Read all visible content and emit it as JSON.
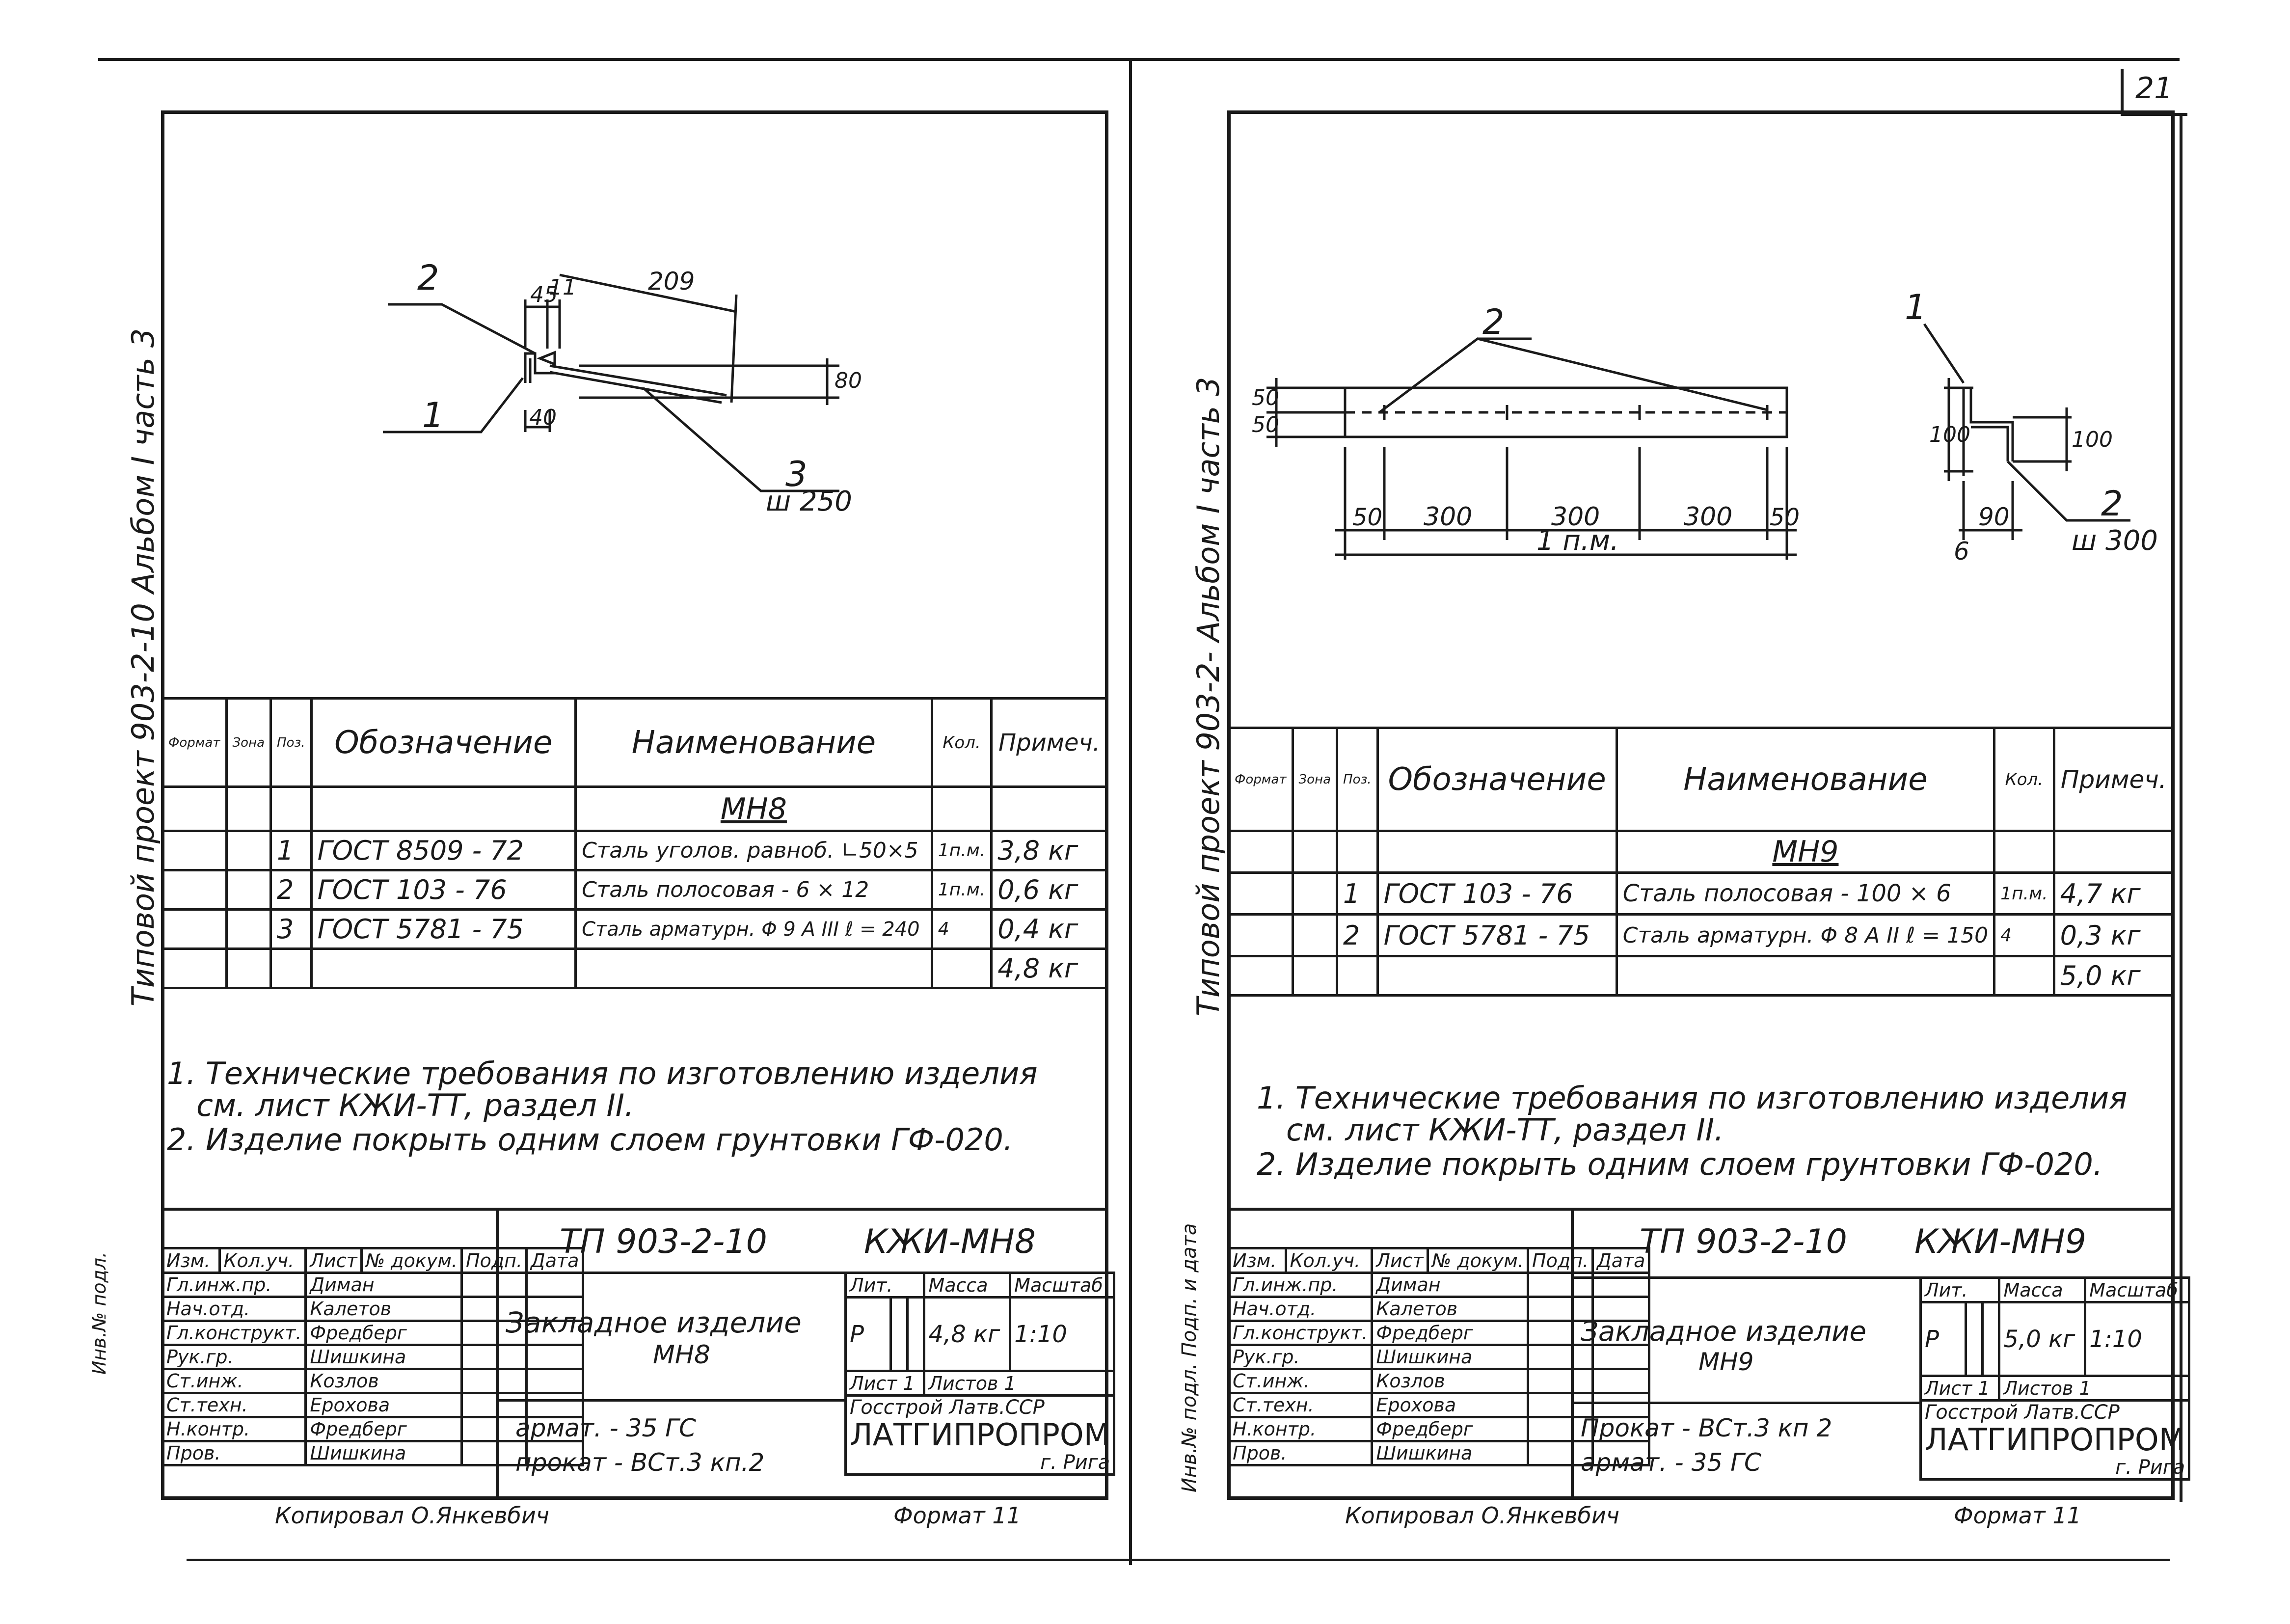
{
  "page_number": "21",
  "left": {
    "side_title": "Типовой проект 903-2-10 Альбом I часть 3",
    "drawing_labels": {
      "pos2": "2",
      "pos1": "1",
      "pos3": "3",
      "w": "ш 250",
      "d1": "45",
      "d2": "11",
      "d3": "209",
      "d4": "80",
      "d5": "40"
    },
    "spec": {
      "headers": {
        "format": "Формат",
        "zone": "Зона",
        "pos": "Поз.",
        "designation": "Обозначение",
        "name": "Наименование",
        "qty": "Кол.",
        "note": "Примеч."
      },
      "group": "МН8",
      "rows": [
        {
          "pos": "1",
          "designation": "ГОСТ 8509 - 72",
          "name": "Сталь уголов. равноб. ∟50×5",
          "qty": "1п.м.",
          "note": "3,8 кг"
        },
        {
          "pos": "2",
          "designation": "ГОСТ 103 - 76",
          "name": "Сталь полосовая - 6 × 12",
          "qty": "1п.м.",
          "note": "0,6 кг"
        },
        {
          "pos": "3",
          "designation": "ГОСТ 5781 - 75",
          "name": "Сталь арматурн.  Φ 9 А III  ℓ = 240",
          "qty": "4",
          "note": "0,4 кг"
        }
      ],
      "total": "4,8 кг"
    },
    "notes": [
      "1. Технические требования по изготовлению изделия",
      "см. лист КЖИ-ТТ, раздел II.",
      "2. Изделие покрыть одним слоем грунтовки ГФ-020."
    ],
    "stamp": {
      "code": "ТП 903-2-10",
      "sheet_code": "КЖИ-МН8",
      "title1": "Закладное изделие",
      "title2": "МН8",
      "lit_label": "Лит.",
      "mass_label": "Масса",
      "scale_label": "Масштаб",
      "lit": "Р",
      "mass": "4,8 кг",
      "scale": "1:10",
      "sheet_label": "Лист 1",
      "sheets_label": "Листов 1",
      "org1": "Госстрой Латв.ССР",
      "org2": "ЛАТГИПРОПРОМ",
      "org3": "г. Рига",
      "mat1": "армат. - 35 ГС",
      "mat2": "прокат - ВСт.3 кп.2",
      "head_cols": [
        "Изм.",
        "Кол.уч.",
        "Лист",
        "№ докум.",
        "Подп.",
        "Дата"
      ],
      "people": [
        {
          "role": "Гл.инж.пр.",
          "name": "Диман"
        },
        {
          "role": "Нач.отд.",
          "name": "Калетов"
        },
        {
          "role": "Гл.конструкт.",
          "name": "Фредберг"
        },
        {
          "role": "Рук.гр.",
          "name": "Шишкина"
        },
        {
          "role": "Ст.инж.",
          "name": "Козлов"
        },
        {
          "role": "Ст.техн.",
          "name": "Ерохова"
        },
        {
          "role": "Н.контр.",
          "name": "Фредберг"
        },
        {
          "role": "Пров.",
          "name": "Шишкина"
        }
      ],
      "copied": "Копировал О.Янкевбич",
      "format": "Формат 11"
    },
    "side_stamp": "Инв.№ подл."
  },
  "right": {
    "side_title": "Типовой проект 903-2- Альбом I часть 3",
    "drawing_labels": {
      "pos2": "2",
      "pos1": "1",
      "pos2b": "2",
      "w": "ш 300",
      "d50a": "50",
      "d50b": "50",
      "d300a": "300",
      "d300b": "300",
      "d300c": "300",
      "d50c": "50",
      "d50d": "50",
      "len": "1 п.м.",
      "d100": "100",
      "d90": "90",
      "d6": "6",
      "d100b": "100"
    },
    "spec": {
      "headers": {
        "format": "Формат",
        "zone": "Зона",
        "pos": "Поз.",
        "designation": "Обозначение",
        "name": "Наименование",
        "qty": "Кол.",
        "note": "Примеч."
      },
      "group": "МН9",
      "rows": [
        {
          "pos": "1",
          "designation": "ГОСТ 103 - 76",
          "name": "Сталь полосовая - 100 × 6",
          "qty": "1п.м.",
          "note": "4,7 кг"
        },
        {
          "pos": "2",
          "designation": "ГОСТ 5781 - 75",
          "name": "Сталь арматурн.  Φ 8 А II  ℓ = 150",
          "qty": "4",
          "note": "0,3 кг"
        }
      ],
      "total": "5,0 кг"
    },
    "notes": [
      "1. Технические требования по изготовлению изделия",
      "см. лист КЖИ-ТТ, раздел II.",
      "2. Изделие покрыть одним слоем грунтовки ГФ-020."
    ],
    "stamp": {
      "code": "ТП 903-2-10",
      "sheet_code": "КЖИ-МН9",
      "title1": "Закладное изделие",
      "title2": "МН9",
      "lit_label": "Лит.",
      "mass_label": "Масса",
      "scale_label": "Масштаб",
      "lit": "Р",
      "mass": "5,0 кг",
      "scale": "1:10",
      "sheet_label": "Лист 1",
      "sheets_label": "Листов 1",
      "org1": "Госстрой Латв.ССР",
      "org2": "ЛАТГИПРОПРОМ",
      "org3": "г. Рига",
      "mat1": "Прокат - ВСт.3 кп 2",
      "mat2": "армат. - 35 ГС",
      "head_cols": [
        "Изм.",
        "Кол.уч.",
        "Лист",
        "№ докум.",
        "Подп.",
        "Дата"
      ],
      "people": [
        {
          "role": "Гл.инж.пр.",
          "name": "Диман"
        },
        {
          "role": "Нач.отд.",
          "name": "Калетов"
        },
        {
          "role": "Гл.конструкт.",
          "name": "Фредберг"
        },
        {
          "role": "Рук.гр.",
          "name": "Шишкина"
        },
        {
          "role": "Ст.инж.",
          "name": "Козлов"
        },
        {
          "role": "Ст.техн.",
          "name": "Ерохова"
        },
        {
          "role": "Н.контр.",
          "name": "Фредберг"
        },
        {
          "role": "Пров.",
          "name": "Шишкина"
        }
      ],
      "copied": "Копировал О.Янкевбич",
      "format": "Формат 11"
    },
    "side_stamp": "Инв.№ подл. Подп. и дата"
  }
}
